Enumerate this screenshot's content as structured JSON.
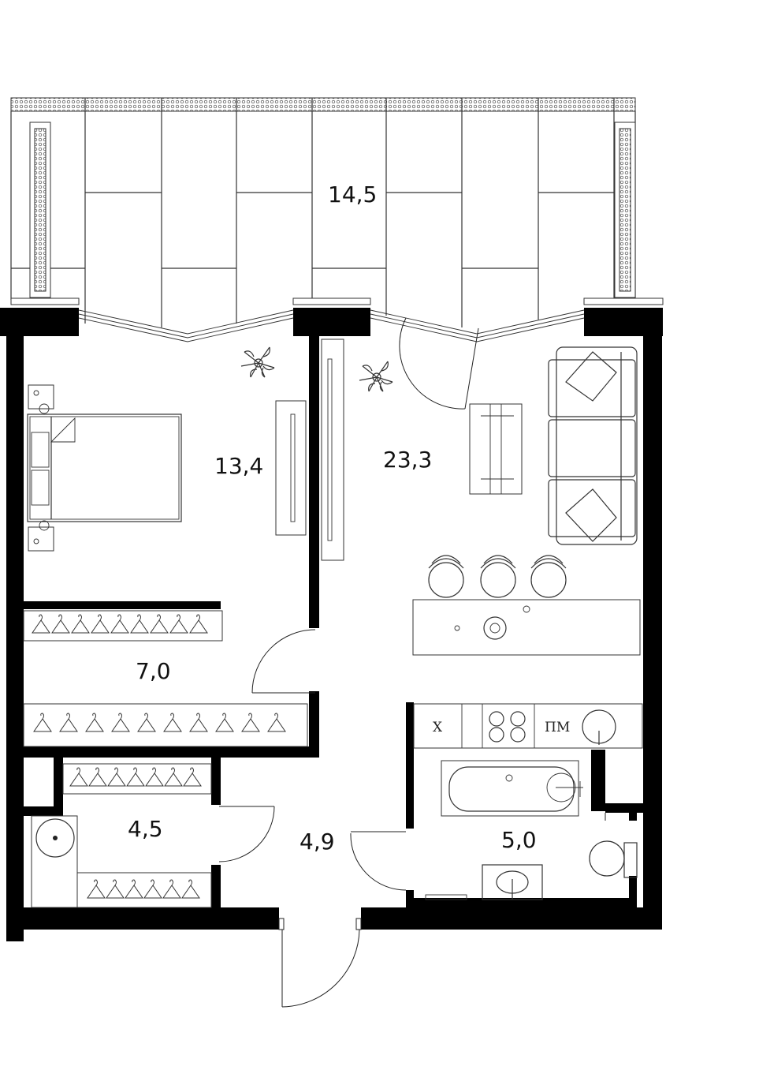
{
  "plan": {
    "rooms": [
      {
        "id": "balcony",
        "area": "14,5"
      },
      {
        "id": "bedroom",
        "area": "13,4"
      },
      {
        "id": "living-kitchen",
        "area": "23,3"
      },
      {
        "id": "dressing-room",
        "area": "7,0"
      },
      {
        "id": "storage-laundry",
        "area": "4,5"
      },
      {
        "id": "hallway",
        "area": "4,9"
      },
      {
        "id": "bathroom",
        "area": "5,0"
      }
    ],
    "appliances": {
      "fridge": "Х",
      "dishwasher": "ПМ"
    }
  }
}
